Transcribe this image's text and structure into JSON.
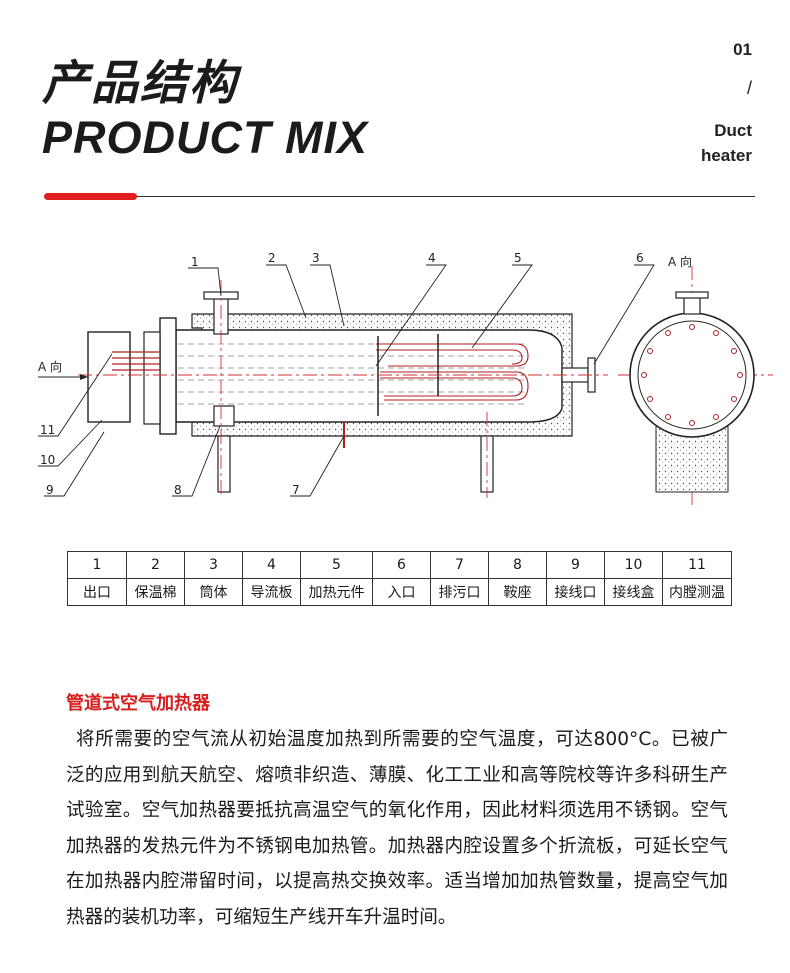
{
  "header": {
    "title_cn": "产品结构",
    "title_en": "PRODUCT MIX",
    "side_number": "01",
    "side_slash": "/",
    "side_line1": "Duct",
    "side_line2": "heater"
  },
  "diagram": {
    "direction_label_left": "A 向",
    "direction_label_right": "A 向",
    "callouts": [
      "1",
      "2",
      "3",
      "4",
      "5",
      "6",
      "7",
      "8",
      "9",
      "10",
      "11"
    ]
  },
  "parts_table": {
    "numbers": [
      "1",
      "2",
      "3",
      "4",
      "5",
      "6",
      "7",
      "8",
      "9",
      "10",
      "11"
    ],
    "names": [
      "出口",
      "保温棉",
      "筒体",
      "导流板",
      "加热元件",
      "入口",
      "排污口",
      "鞍座",
      "接线口",
      "接线盒",
      "内膛测温"
    ]
  },
  "description": {
    "title": "管道式空气加热器",
    "body": "将所需要的空气流从初始温度加热到所需要的空气温度，可达800°C。已被广泛的应用到航天航空、熔喷非织造、薄膜、化工工业和高等院校等许多科研生产试验室。空气加热器要抵抗高温空气的氧化作用，因此材料须选用不锈钢。空气加热器的发热元件为不锈钢电加热管。加热器内腔设置多个折流板，可延长空气在加热器内腔滞留时间，以提高热交换效率。适当增加加热管数量，提高空气加热器的装机功率，可缩短生产线开车升温时间。"
  },
  "colors": {
    "accent": "#e02020",
    "title_text": "#d61f1f"
  }
}
